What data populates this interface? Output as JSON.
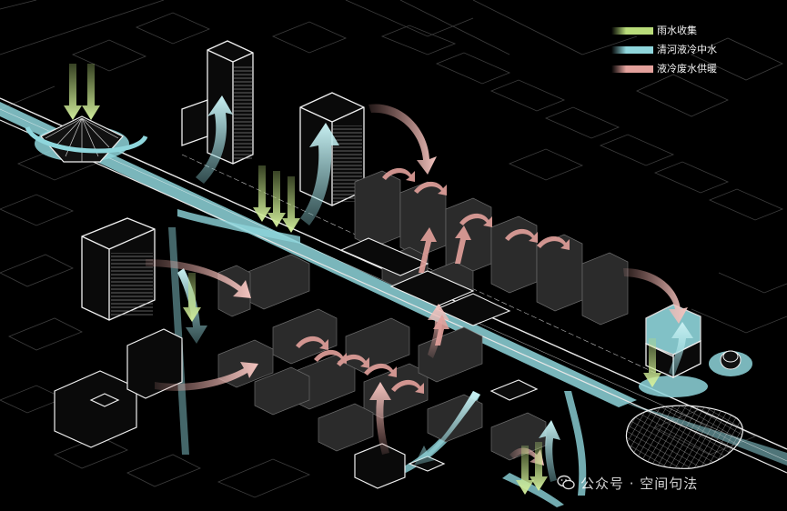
{
  "legend": {
    "items": [
      {
        "label": "雨水收集",
        "color": "#b9dc7a"
      },
      {
        "label": "清河液冷中水",
        "color": "#8fd6dc"
      },
      {
        "label": "液冷废水供暖",
        "color": "#e3a19c"
      }
    ]
  },
  "watermark": {
    "text": "公众号 · 空间句法",
    "icon": "wechat-icon"
  },
  "colors": {
    "background": "#000000",
    "outline": "#e8e8e8",
    "dim_outline": "#5a5a5a",
    "rainwater": "#b9dc7a",
    "reclaimed_water": "#8fd6dc",
    "waste_heat": "#e3a19c"
  }
}
